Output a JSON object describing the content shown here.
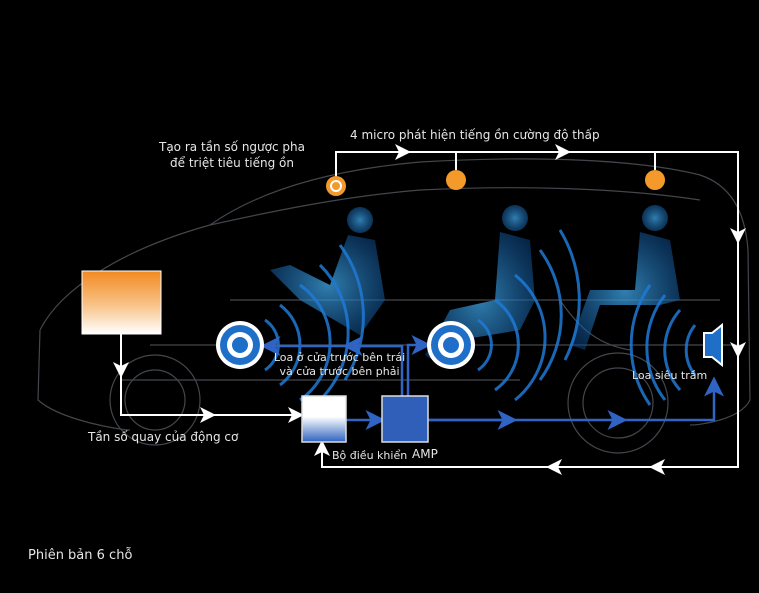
{
  "labels": {
    "anti_phase_line1": "Tạo ra tần số ngược pha",
    "anti_phase_line2": "để triệt tiêu tiếng ồn",
    "microphones": "4 micro phát hiện tiếng ồn cường độ thấp",
    "front_speakers_line1": "Loa ở cửa trước bên trái",
    "front_speakers_line2": "và cửa trước bên phải",
    "subwoofer": "Loa siêu trầm",
    "engine_frequency": "Tần số quay của động cơ",
    "controller": "Bộ điều khiển",
    "amp": "AMP",
    "version": "Phiên bản 6 chỗ"
  },
  "colors": {
    "background": "#000000",
    "mic_orange": "#f39a2b",
    "speaker_blue": "#1f6fc9",
    "signal_blue": "#2f64c4",
    "line_white": "#ffffff"
  }
}
